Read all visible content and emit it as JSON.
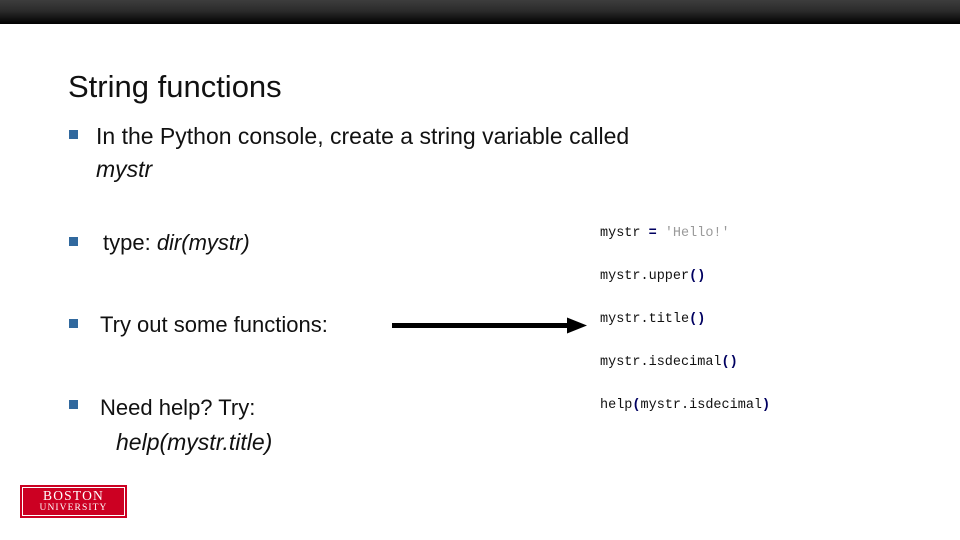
{
  "slide": {
    "title": "String functions",
    "accent_bullet_color": "#31699e",
    "topbar_color": "#000000"
  },
  "bullets": [
    {
      "marker": "square-bullet",
      "text_plain": "In the Python console, create a string variable",
      "text_line2_plain": "called ",
      "text_line2_italic": "mystr"
    },
    {
      "marker": "square-bullet",
      "label": "type:  ",
      "italic": "dir(mystr)"
    },
    {
      "marker": "square-bullet",
      "label": "Try out some functions:"
    },
    {
      "marker": "square-bullet",
      "label": "Need help? Try:",
      "italic_line": "help(mystr.title)"
    }
  ],
  "arrow": {
    "name": "pointer-arrow",
    "direction": "right"
  },
  "code": {
    "lines": [
      {
        "parts": [
          {
            "t": "mystr ",
            "k": "name"
          },
          {
            "t": "=",
            "k": "op"
          },
          {
            "t": " ",
            "k": "name"
          },
          {
            "t": "'Hello!'",
            "k": "str"
          }
        ]
      },
      {
        "parts": [
          {
            "t": "mystr.upper",
            "k": "name"
          },
          {
            "t": "()",
            "k": "op"
          }
        ]
      },
      {
        "parts": [
          {
            "t": "mystr.title",
            "k": "name"
          },
          {
            "t": "()",
            "k": "op"
          }
        ]
      },
      {
        "parts": [
          {
            "t": "mystr.isdecimal",
            "k": "name"
          },
          {
            "t": "()",
            "k": "op"
          }
        ]
      },
      {
        "parts": [
          {
            "t": "help",
            "k": "name"
          },
          {
            "t": "(",
            "k": "op"
          },
          {
            "t": "mystr.isdecimal",
            "k": "name"
          },
          {
            "t": ")",
            "k": "op"
          }
        ]
      }
    ],
    "colors": {
      "operator": "#000060",
      "string": "#9a9a9a",
      "name": "#111111"
    }
  },
  "logo": {
    "line1": "BOSTON",
    "line2": "UNIVERSITY",
    "color": "#cc0022"
  }
}
